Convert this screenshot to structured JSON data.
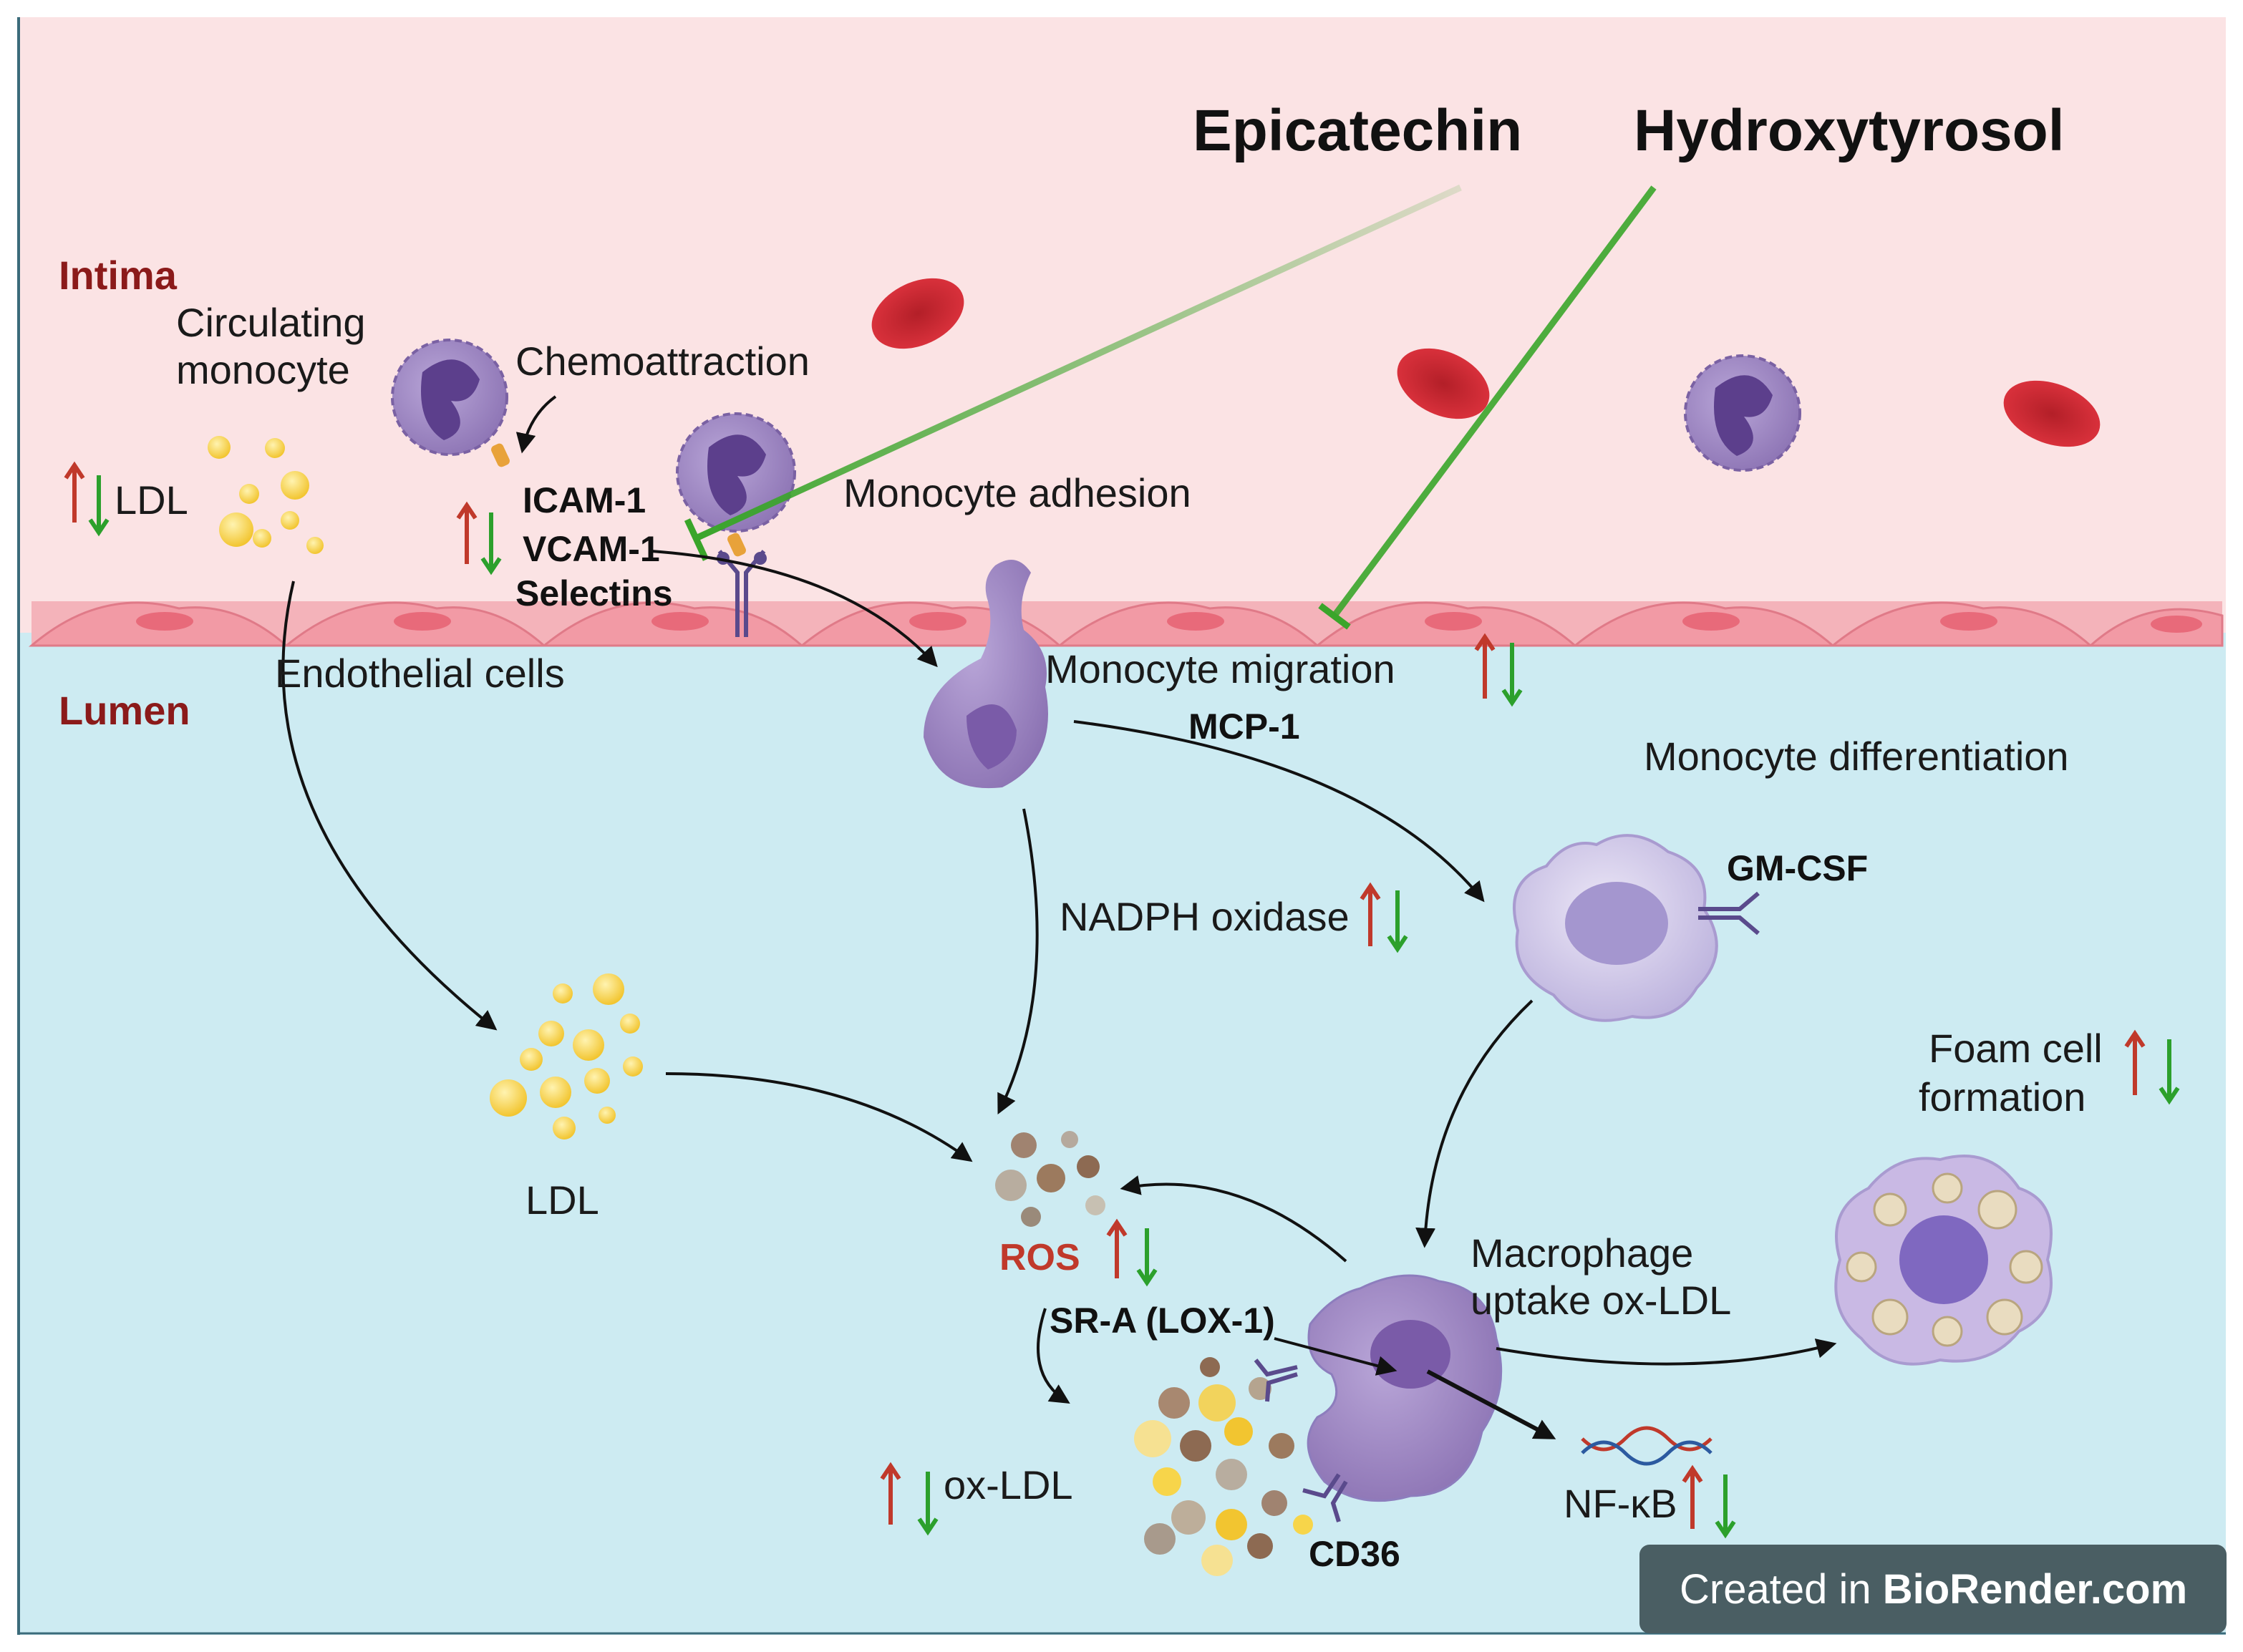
{
  "regions": {
    "intima": "Intima",
    "lumen": "Lumen"
  },
  "compounds": {
    "epicatechin": "Epicatechin",
    "hydroxytyrosol": "Hydroxytyrosol"
  },
  "labels": {
    "circulating_1": "Circulating",
    "circulating_2": "monocyte",
    "chemoattraction": "Chemoattraction",
    "ldl_top": "LDL",
    "icam": "ICAM-1",
    "vcam": "VCAM-1",
    "selectins": "Selectins",
    "monocyte_adhesion": "Monocyte adhesion",
    "endothelial_cells": "Endothelial cells",
    "monocyte_migration": "Monocyte migration",
    "mcp1": "MCP-1",
    "monocyte_differentiation": "Monocyte differentiation",
    "gm_csf": "GM-CSF",
    "nadph": "NADPH oxidase",
    "foam_1": "Foam cell",
    "foam_2": "formation",
    "ldl_lumen": "LDL",
    "ros": "ROS",
    "sra": "SR-A (LOX-1)",
    "macrophage_1": "Macrophage",
    "macrophage_2": "uptake ox-LDL",
    "oxldl": "ox-LDL",
    "cd36": "CD36",
    "nfkb": "NF-κB"
  },
  "watermark": {
    "prefix": "Created in ",
    "brand": "BioRender.com"
  },
  "colors": {
    "intima_bg": "#fbe3e4",
    "lumen_bg": "#cdebf2",
    "endothelium": "#f2a4ae",
    "monocyte": "#9a82c0",
    "rbc": "#d92b35",
    "inhibitor": "#3aa52a",
    "increase_arrow": "#c0392b",
    "decrease_arrow": "#2ca02c",
    "ldl_particle": "#f7d54a"
  }
}
